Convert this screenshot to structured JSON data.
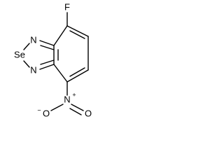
{
  "molecule": {
    "atoms": {
      "fluorine": "F",
      "selenium": "Se",
      "nitrogen_upper": "N",
      "nitrogen_lower": "N",
      "nitro_nitrogen": "N",
      "nitro_oxygen_left": "O",
      "nitro_oxygen_right": "O"
    },
    "charges": {
      "nitro_nitrogen": "+",
      "nitro_oxygen_left": "−"
    }
  }
}
